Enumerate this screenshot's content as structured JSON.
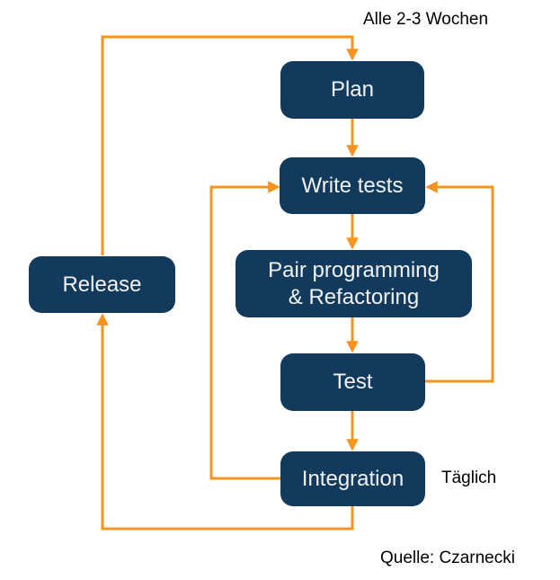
{
  "colors": {
    "node_fill": "#123A5C",
    "node_text": "#F2F2F2",
    "arrow": "#F7941E",
    "label_text": "#000000"
  },
  "annotations": {
    "cycle_note": "Alle 2-3 Wochen",
    "daily_note": "Täglich",
    "source_note": "Quelle: Czarnecki"
  },
  "nodes": [
    {
      "id": "plan",
      "label": "Plan"
    },
    {
      "id": "write-tests",
      "label": "Write tests"
    },
    {
      "id": "pair-programming",
      "label": "Pair programming\n& Refactoring"
    },
    {
      "id": "test",
      "label": "Test"
    },
    {
      "id": "integration",
      "label": "Integration"
    },
    {
      "id": "release",
      "label": "Release"
    }
  ],
  "edges": [
    {
      "from": "release",
      "to": "plan",
      "note": "Alle 2-3 Wochen"
    },
    {
      "from": "plan",
      "to": "write-tests"
    },
    {
      "from": "write-tests",
      "to": "pair-programming"
    },
    {
      "from": "pair-programming",
      "to": "test"
    },
    {
      "from": "test",
      "to": "integration"
    },
    {
      "from": "test",
      "to": "write-tests"
    },
    {
      "from": "integration",
      "to": "write-tests"
    },
    {
      "from": "integration",
      "to": "release",
      "note": "Täglich"
    }
  ]
}
